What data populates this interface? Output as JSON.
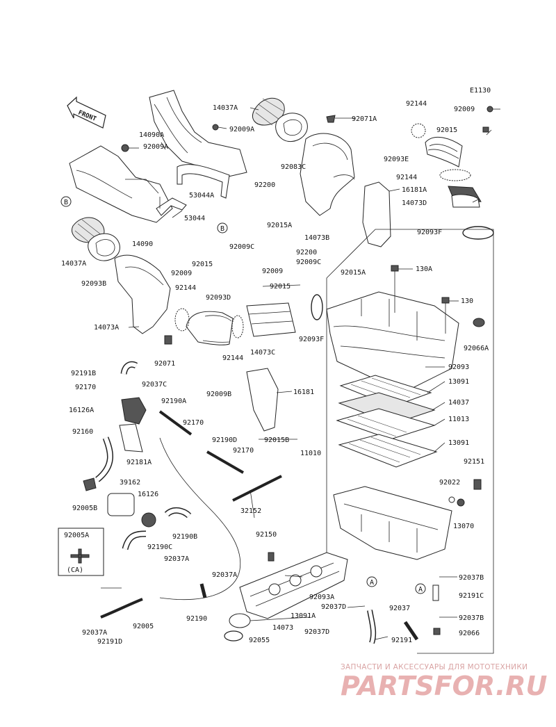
{
  "diagram_code": "E1130",
  "front_label": "FRONT",
  "ref_markers": {
    "b": "B",
    "a": "A"
  },
  "callout_group": {
    "title": "92005A",
    "sub": "(CA)"
  },
  "watermark": {
    "tagline": "ЗАПЧАСТИ И АКСЕССУАРЫ ДЛЯ МОТОТЕХНИКИ",
    "brand": "PARTSFOR.RU"
  },
  "labels": [
    "14037A",
    "92009A",
    "14090A",
    "92009A",
    "53044A",
    "53044",
    "14090",
    "14037A",
    "92093B",
    "92009",
    "92015",
    "92009C",
    "92200",
    "92015A",
    "92083C",
    "92071A",
    "14073B",
    "92144",
    "92009",
    "92015",
    "92093E",
    "92144",
    "16181A",
    "14073D",
    "92093F",
    "92200",
    "92009C",
    "92015A",
    "92009",
    "92015",
    "130A",
    "130",
    "92066A",
    "92144",
    "92093D",
    "92093F",
    "14073C",
    "14073A",
    "92071",
    "92144",
    "92093",
    "13091",
    "14037",
    "11013",
    "13091",
    "11010",
    "92191B",
    "92170",
    "92037C",
    "16126A",
    "92190A",
    "92009B",
    "16181",
    "92015B",
    "92160",
    "92170",
    "92190D",
    "92170",
    "92181A",
    "39162",
    "16126",
    "32152",
    "92005B",
    "92190C",
    "92190B",
    "92151",
    "92022",
    "13070",
    "92150",
    "92037A",
    "92037A",
    "92093A",
    "92190",
    "92005",
    "92191D",
    "92037A",
    "13091A",
    "14073",
    "92055",
    "92037D",
    "92037D",
    "92037",
    "92191",
    "92037B",
    "92191C",
    "92037B",
    "92066"
  ]
}
